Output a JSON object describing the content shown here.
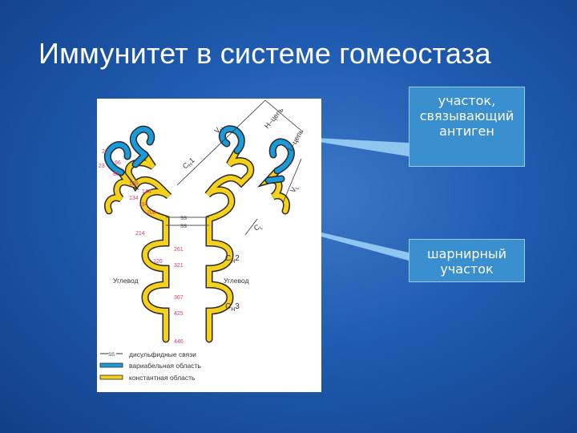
{
  "title": "Иммунитет в системе гомеостаза",
  "callouts": {
    "antigen_site": [
      "участок,",
      "связывающий",
      "антиген"
    ],
    "hinge": [
      "шарнирный",
      "участок"
    ]
  },
  "diagram": {
    "chain_labels": {
      "heavy": "Н–цепь",
      "light": "L–цепь"
    },
    "domain_labels": {
      "vh": "V",
      "vh_sub": "H",
      "ch1": "C",
      "ch1_sub": "H",
      "ch1_num": "1",
      "ch2": "C",
      "ch2_sub": "H",
      "ch2_num": "2",
      "ch3": "C",
      "ch3_sub": "H",
      "ch3_num": "3",
      "vl": "V",
      "vl_sub": "L",
      "cl": "C",
      "cl_sub": "L"
    },
    "carbohydrate": "Углевод",
    "ss": "SS",
    "residues": [
      "22",
      "96",
      "23",
      "88",
      "139",
      "144",
      "134",
      "194",
      "200",
      "214",
      "261",
      "220",
      "321",
      "367",
      "425",
      "446"
    ],
    "legend": {
      "ss_key": "SS",
      "disulfide": "дисульфидные связи",
      "variable": "вариабельная область",
      "constant": "константная область"
    },
    "colors": {
      "variable": "#1a9ad8",
      "constant": "#f6d11c",
      "outline": "#2a2a2a",
      "residue": "#d63a72"
    }
  }
}
